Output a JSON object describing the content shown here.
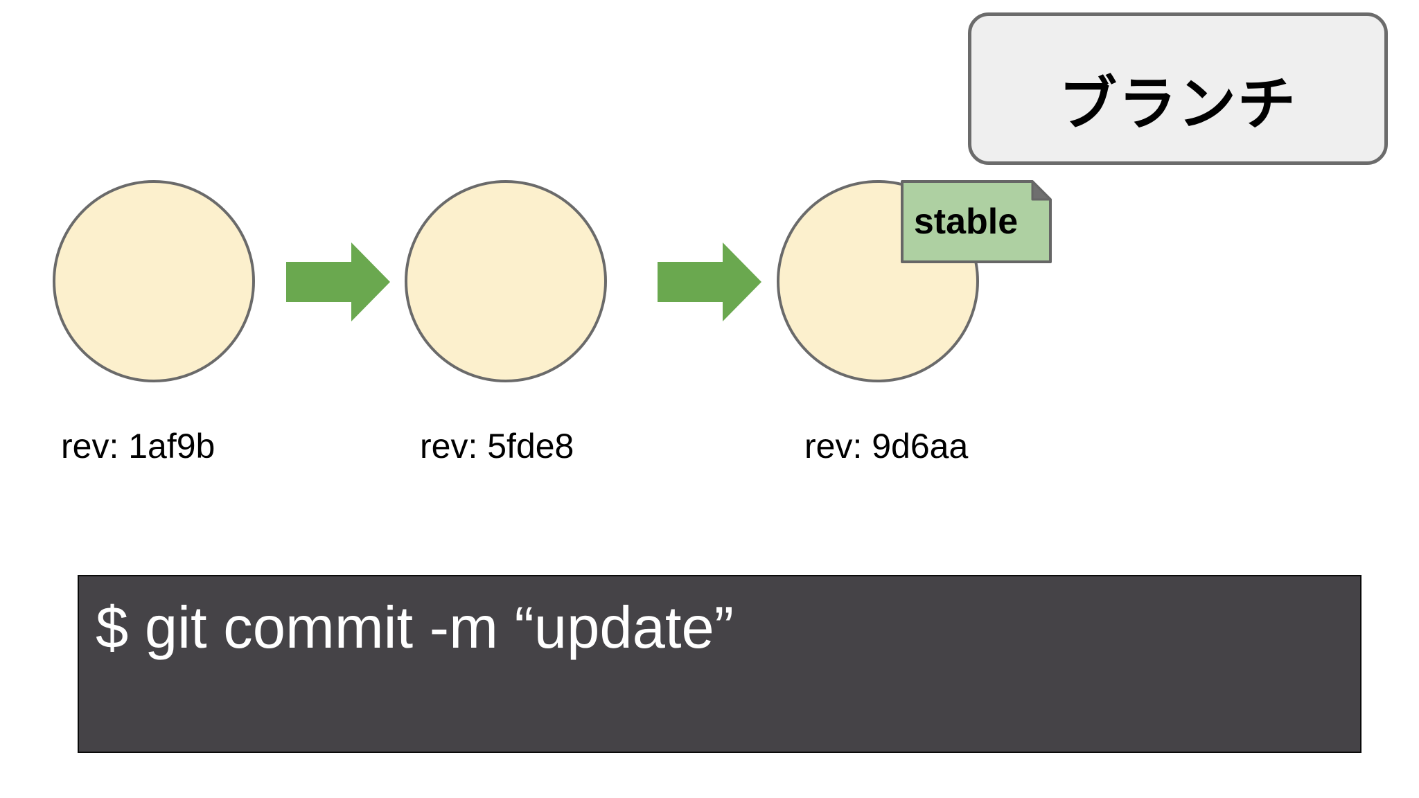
{
  "slide": {
    "title_badge": {
      "label": "ブランチ"
    },
    "commits": [
      {
        "rev_label": "rev: 1af9b"
      },
      {
        "rev_label": "rev: 5fde8"
      },
      {
        "rev_label": "rev: 9d6aa"
      }
    ],
    "branch_tag": {
      "label": "stable"
    },
    "terminal": {
      "command": "$ git commit -m “update”"
    },
    "colors": {
      "slide_background": "#ffffff",
      "commit_fill": "#fcf0cd",
      "commit_border": "#6a6a6a",
      "arrow": "#6aa84f",
      "tag_fill": "#aed0a2",
      "tag_fold": "#6f6f6f",
      "tag_border": "#666666",
      "title_box_fill": "#efefef",
      "title_box_border": "#6b6b6b",
      "terminal_background": "#454347",
      "terminal_text": "#ffffff"
    }
  }
}
